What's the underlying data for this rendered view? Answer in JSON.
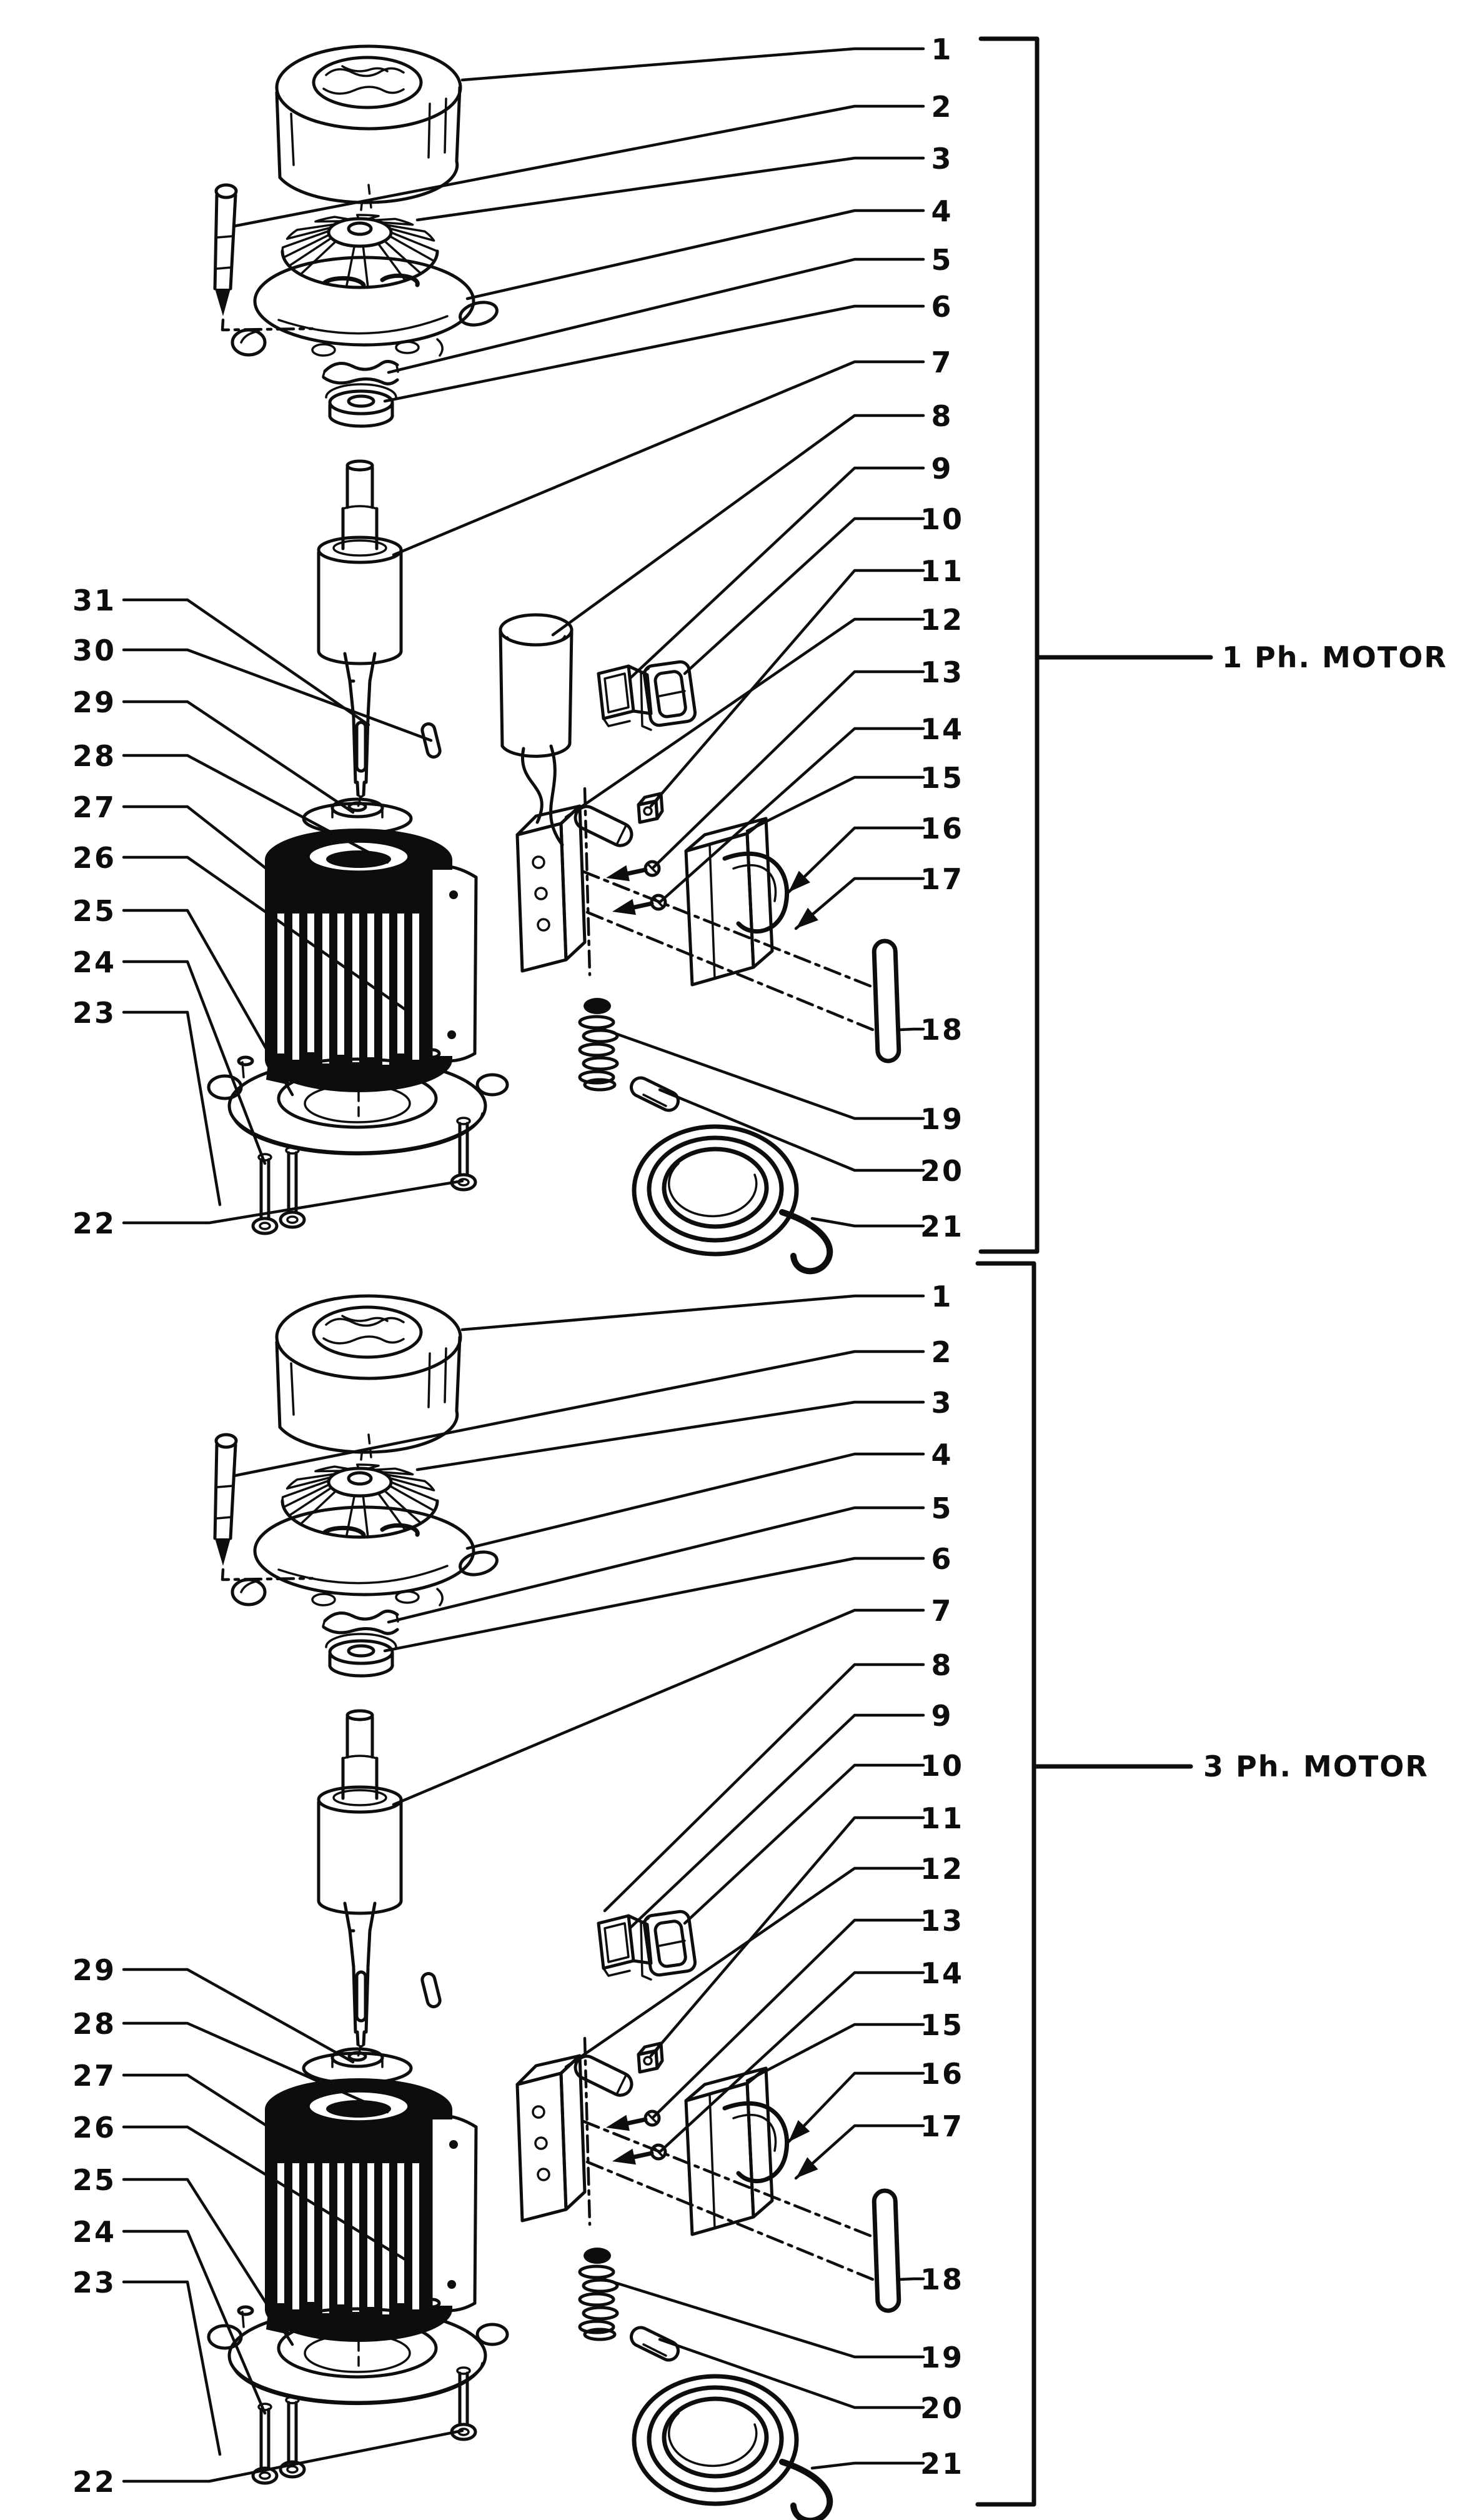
{
  "figure_kind": "exploded parts diagram, electric motor, two views",
  "colors": {
    "ink": "#0d0d0d",
    "background": "#ffffff"
  },
  "diagrams": [
    {
      "label": "1 Ph. MOTOR",
      "right_callouts": [
        "1",
        "2",
        "3",
        "4",
        "5",
        "6",
        "7",
        "8",
        "9",
        "10",
        "11",
        "12",
        "13",
        "14",
        "15",
        "16",
        "17",
        "18",
        "19",
        "20",
        "21"
      ],
      "left_callouts": [
        "31",
        "30",
        "29",
        "28",
        "27",
        "26",
        "25",
        "24",
        "23",
        "22"
      ]
    },
    {
      "label": "3 Ph. MOTOR",
      "right_callouts": [
        "1",
        "2",
        "3",
        "4",
        "5",
        "6",
        "7",
        "8",
        "9",
        "10",
        "11",
        "12",
        "13",
        "14",
        "15",
        "16",
        "17",
        "18",
        "19",
        "20",
        "21"
      ],
      "left_callouts": [
        "29",
        "28",
        "27",
        "26",
        "25",
        "24",
        "23",
        "22"
      ]
    }
  ]
}
